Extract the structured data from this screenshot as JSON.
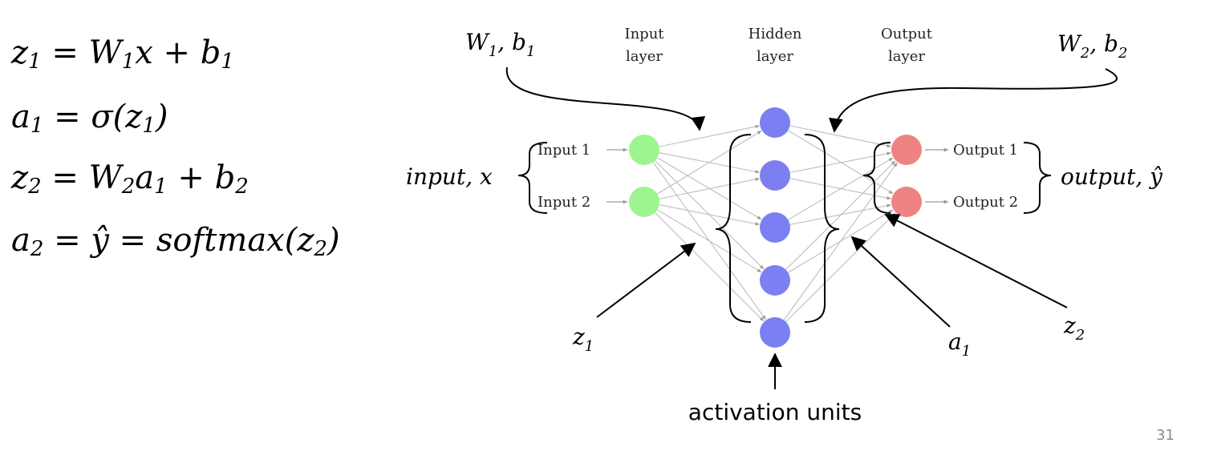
{
  "equations": {
    "eq1": {
      "lhs": "z",
      "lhs_sub": "1",
      "rhs_a": " = W",
      "rhs_a_sub": "1",
      "rhs_b": "x + b",
      "rhs_b_sub": "1"
    },
    "eq2": {
      "lhs": "a",
      "lhs_sub": "1",
      "rhs_a": " = σ(z",
      "rhs_a_sub": "1",
      "rhs_b": ")"
    },
    "eq3": {
      "lhs": "z",
      "lhs_sub": "2",
      "rhs_a": " = W",
      "rhs_a_sub": "2",
      "rhs_b": "a",
      "rhs_b_sub": "1",
      "rhs_c": " + b",
      "rhs_c_sub": "2"
    },
    "eq4": {
      "lhs": "a",
      "lhs_sub": "2",
      "rhs_a": " =  ŷ = softmax(z",
      "rhs_a_sub": "2",
      "rhs_b": ")"
    }
  },
  "layers": {
    "input": {
      "line1": "Input",
      "line2": "layer"
    },
    "hidden": {
      "line1": "Hidden",
      "line2": "layer"
    },
    "output": {
      "line1": "Output",
      "line2": "layer"
    }
  },
  "nodes": {
    "input_labels": [
      "Input 1",
      "Input 2"
    ],
    "output_labels": [
      "Output 1",
      "Output 2"
    ],
    "hidden_count": 5
  },
  "annotations": {
    "w1": "W",
    "w1_sub": "1",
    "b1": ", b",
    "b1_sub": "1",
    "w2": "W",
    "w2_sub": "2",
    "b2": ", b",
    "b2_sub": "2",
    "input_x": "input, x",
    "output_y": "output, ŷ",
    "z1": "z",
    "z1_sub": "1",
    "a1": "a",
    "a1_sub": "1",
    "z2": "z",
    "z2_sub": "2",
    "activation_units": "activation units"
  },
  "colors": {
    "input_node": "#9df58f",
    "hidden_node": "#7b7ff2",
    "output_node": "#ee8481",
    "edge": "#bdbdbd"
  },
  "page_number": "31"
}
